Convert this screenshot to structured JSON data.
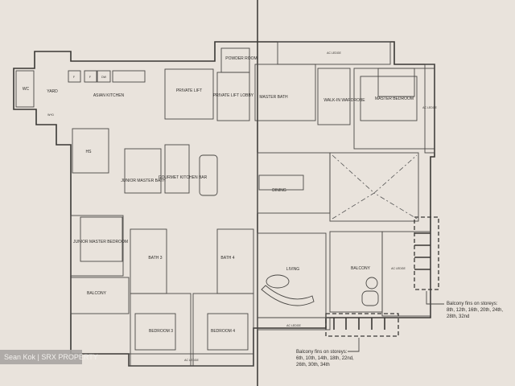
{
  "rooms": {
    "wc": "WC",
    "yard": "YARD",
    "asian_kitchen": "ASIAN KITCHEN",
    "wd": "W+D",
    "hs": "HS",
    "private_lift": "PRIVATE LIFT",
    "private_lift_lobby": "PRIVATE LIFT LOBBY",
    "powder_room": "POWDER ROOM",
    "master_bath": "MASTER BATH",
    "walk_in_wardrobe": "WALK-IN WARDROBE",
    "master_bedroom": "MASTER BEDROOM",
    "junior_master_bath": "JUNIOR MASTER BATH",
    "gourmet_kitchen_bar": "GOURMET KITCHEN BAR",
    "dining": "DINING",
    "junior_master_bedroom": "JUNIOR MASTER BEDROOM",
    "balcony_left": "BALCONY",
    "bath_3": "BATH 3",
    "bath_4": "BATH 4",
    "bedroom_3": "BEDROOM 3",
    "bedroom_4": "BEDROOM 4",
    "living": "LIVING",
    "balcony_right": "BALCONY",
    "ac_ledge": "AC LEDGE",
    "fridge": "F",
    "dishwasher": "DW"
  },
  "notes": {
    "fins_right_1": "Balcony fins on storeys:",
    "fins_right_2": "8th, 12th, 16th, 20th, 24th,",
    "fins_right_3": "28th, 32nd",
    "fins_bottom_1": "Balcony fins on storeys:",
    "fins_bottom_2": "6th, 10th, 14th, 18th, 22nd,",
    "fins_bottom_3": "26th, 30th, 34th"
  },
  "watermark": "Sean Kok | SRX PROPERTY",
  "colors": {
    "background": "#e9e3dc",
    "walls": "#3a3835",
    "watermark_bg": "#a9a6a3"
  }
}
